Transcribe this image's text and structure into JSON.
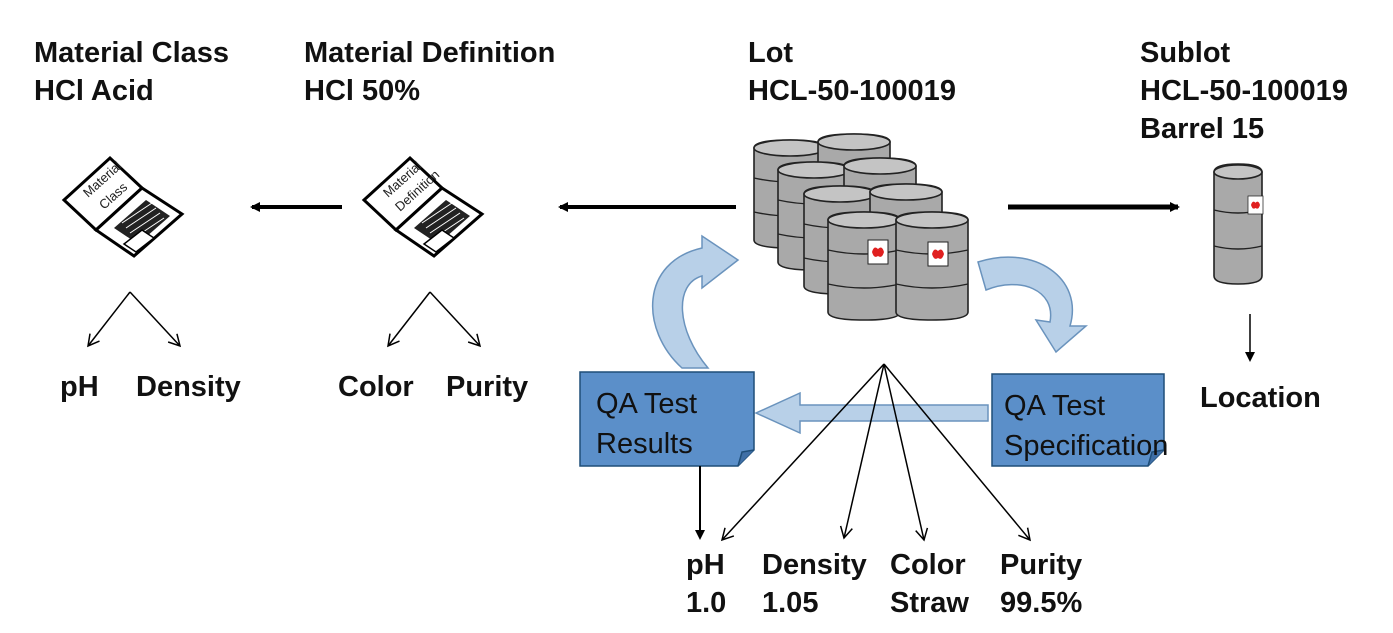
{
  "headers": {
    "material_class": {
      "line1": "Material Class",
      "line2": "HCl Acid"
    },
    "material_definition": {
      "line1": "Material Definition",
      "line2": "HCl 50%"
    },
    "lot": {
      "line1": "Lot",
      "line2": "HCL-50-100019"
    },
    "sublot": {
      "line1": "Sublot",
      "line2": "HCL-50-100019",
      "line3": "Barrel 15"
    }
  },
  "laptops": {
    "material_class": {
      "line1": "Material",
      "line2": "Class"
    },
    "material_definition": {
      "line1": "Material",
      "line2": "Definition"
    }
  },
  "properties": {
    "material_class": [
      "pH",
      "Density"
    ],
    "material_definition": [
      "Color",
      "Purity"
    ]
  },
  "docs": {
    "results": {
      "line1": "QA Test",
      "line2": "Results"
    },
    "specification": {
      "line1": "QA Test",
      "line2": "Specification"
    }
  },
  "location": "Location",
  "results": [
    {
      "name": "pH",
      "value": "1.0"
    },
    {
      "name": "Density",
      "value": "1.05"
    },
    {
      "name": "Color",
      "value": "Straw"
    },
    {
      "name": "Purity",
      "value": "99.5%"
    }
  ],
  "colors": {
    "doc_fill": "#5b8fc9",
    "doc_stroke": "#1f4e79",
    "curved_arrow_fill": "#b8d0e8",
    "curved_arrow_stroke": "#6a93bd",
    "barrel": "#a9a9a9",
    "barrel_label": "#ffffff",
    "barrel_logo": "#e02020"
  }
}
